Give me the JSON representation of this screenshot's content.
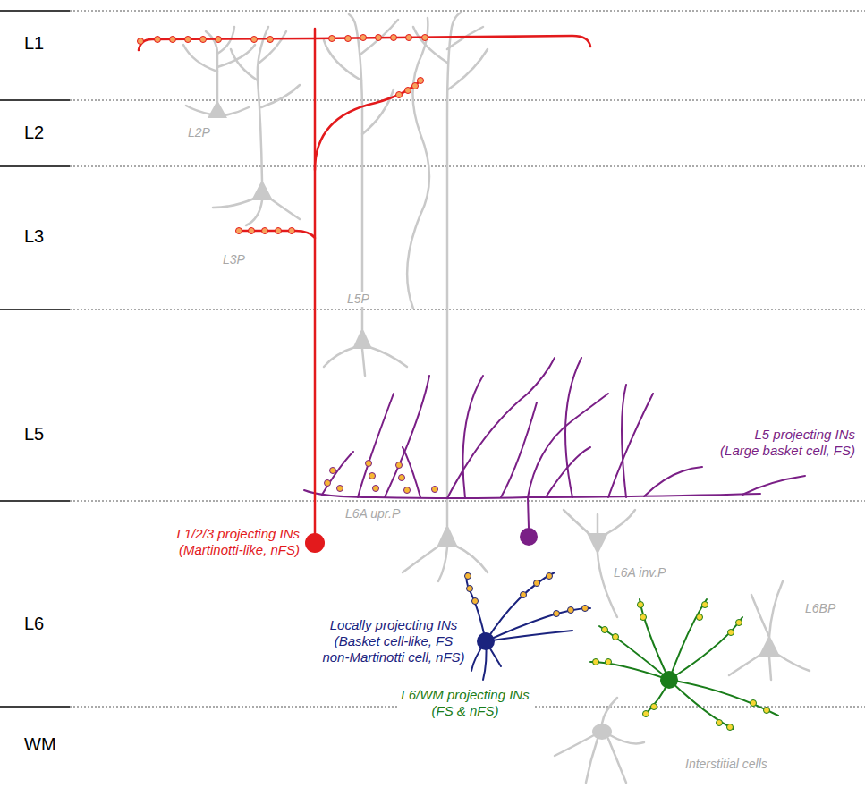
{
  "diagram": {
    "labels": [
      "L1",
      "L2",
      "L3",
      "L5",
      "L6",
      "WM",
      "L2P",
      "L3P",
      "L5P",
      "L6A upr.P",
      "L6A inv.P",
      "L6BP",
      "Interstitial cells",
      "L1/2/3 projecting INs (Martinotti-like, nFS)",
      "L5 projecting INs (Large basket cell, FS)",
      "Locally projecting INs (Basket cell-like, FS non-Martinotti cell, nFS)",
      "L6/WM projecting INs (FS & nFS)"
    ]
  }
}
